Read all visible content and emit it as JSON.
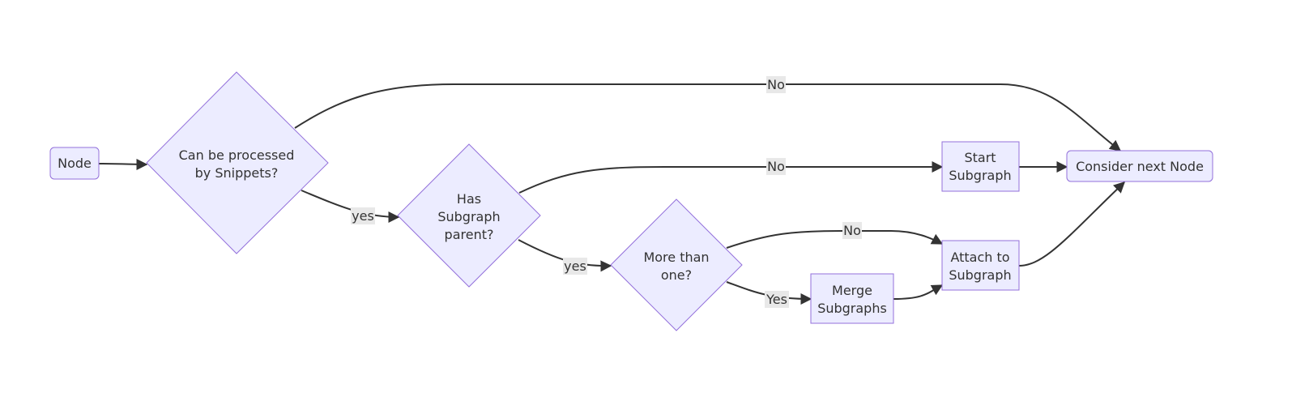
{
  "colors": {
    "node_fill": "#ECECFF",
    "node_stroke": "#9370DB",
    "edge": "#333333",
    "label_bg": "#e8e8e8",
    "text": "#333333"
  },
  "nodes": {
    "node": "Node",
    "can_be_processed_line1": "Can be processed",
    "can_be_processed_line2": "by Snippets?",
    "has_subgraph_line1": "Has",
    "has_subgraph_line2": "Subgraph",
    "has_subgraph_line3": "parent?",
    "more_than_one_line1": "More than",
    "more_than_one_line2": "one?",
    "start_subgraph_line1": "Start",
    "start_subgraph_line2": "Subgraph",
    "merge_subgraphs_line1": "Merge",
    "merge_subgraphs_line2": "Subgraphs",
    "attach_subgraph_line1": "Attach to",
    "attach_subgraph_line2": "Subgraph",
    "consider_next": "Consider next Node"
  },
  "edges": {
    "snippets_no": "No",
    "snippets_yes": "yes",
    "parent_no": "No",
    "parent_yes": "yes",
    "more_no": "No",
    "more_yes": "Yes"
  }
}
